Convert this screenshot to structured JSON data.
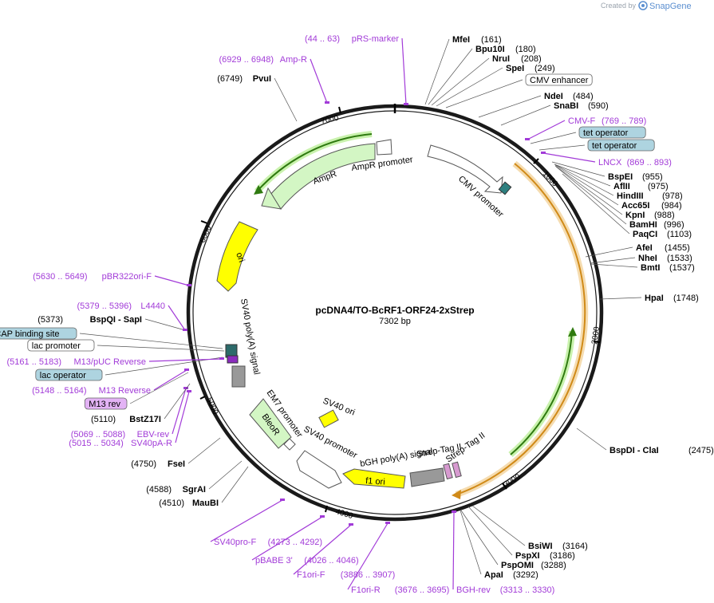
{
  "plasmid": {
    "name": "pcDNA4/TO-BcRF1-ORF24-2xStrep",
    "size": "7302 bp"
  },
  "branding": {
    "created_by": "Created by",
    "app": "SnapGene"
  },
  "ticks": [
    "1000",
    "2000",
    "3000",
    "4000",
    "5000",
    "6000",
    "7000"
  ],
  "features": [
    {
      "label": "AmpR promoter"
    },
    {
      "label": "AmpR"
    },
    {
      "label": "ori"
    },
    {
      "label": "CMV promoter"
    },
    {
      "label": "SV40 poly(A) signal"
    },
    {
      "label": "EM7 promoter"
    },
    {
      "label": "BleoR"
    },
    {
      "label": "SV40 ori"
    },
    {
      "label": "SV40 promoter"
    },
    {
      "label": "f1 ori"
    },
    {
      "label": "bGH poly(A) signal"
    },
    {
      "label": "Strep-Tag II"
    },
    {
      "label": "Strep-Tag II"
    }
  ],
  "right_labels": [
    {
      "kind": "enzyme",
      "name": "MfeI",
      "pos": "(161)"
    },
    {
      "kind": "enzyme",
      "name": "Bpu10I",
      "pos": "(180)"
    },
    {
      "kind": "enzyme",
      "name": "NruI",
      "pos": "(208)"
    },
    {
      "kind": "enzyme",
      "name": "SpeI",
      "pos": "(249)"
    },
    {
      "kind": "box",
      "name": "CMV enhancer",
      "fill": "#ffffff"
    },
    {
      "kind": "enzyme",
      "name": "NdeI",
      "pos": "(484)"
    },
    {
      "kind": "enzyme",
      "name": "SnaBI",
      "pos": "(590)"
    },
    {
      "kind": "primer",
      "name": "CMV-F",
      "pos": "(769 .. 789)"
    },
    {
      "kind": "box",
      "name": "tet operator",
      "fill": "#aed4e0"
    },
    {
      "kind": "box",
      "name": "tet operator",
      "fill": "#aed4e0"
    },
    {
      "kind": "primer",
      "name": "LNCX",
      "pos": "(869 .. 893)"
    },
    {
      "kind": "enzyme",
      "name": "BspEI",
      "pos": "(955)"
    },
    {
      "kind": "enzyme",
      "name": "AflII",
      "pos": "(975)"
    },
    {
      "kind": "enzyme",
      "name": "HindIII",
      "pos": "(978)"
    },
    {
      "kind": "enzyme",
      "name": "Acc65I",
      "pos": "(984)"
    },
    {
      "kind": "enzyme",
      "name": "KpnI",
      "pos": "(988)"
    },
    {
      "kind": "enzyme",
      "name": "BamHI",
      "pos": "(996)"
    },
    {
      "kind": "enzyme",
      "name": "PaqCI",
      "pos": "(1103)"
    },
    {
      "kind": "enzyme",
      "name": "AfeI",
      "pos": "(1455)"
    },
    {
      "kind": "enzyme",
      "name": "NheI",
      "pos": "(1533)"
    },
    {
      "kind": "enzyme",
      "name": "BmtI",
      "pos": "(1537)"
    },
    {
      "kind": "enzyme",
      "name": "HpaI",
      "pos": "(1748)"
    },
    {
      "kind": "enzyme",
      "name": "BspDI  - ClaI",
      "pos": "(2475)"
    },
    {
      "kind": "enzyme",
      "name": "BsiWI",
      "pos": "(3164)"
    },
    {
      "kind": "enzyme",
      "name": "PspXI",
      "pos": "(3186)"
    },
    {
      "kind": "enzyme",
      "name": "PspOMI",
      "pos": "(3288)"
    },
    {
      "kind": "enzyme",
      "name": "ApaI",
      "pos": "(3292)"
    }
  ],
  "bottom_labels": [
    {
      "kind": "primer",
      "name": "BGH-rev",
      "pos": "(3313 .. 3330)"
    },
    {
      "kind": "primer",
      "name": "F1ori-R",
      "pos": "(3676 .. 3695)"
    },
    {
      "kind": "primer",
      "name": "F1ori-F",
      "pos": "(3886 .. 3907)"
    },
    {
      "kind": "primer",
      "name": "pBABE 3'",
      "pos": "(4026 .. 4046)"
    },
    {
      "kind": "primer",
      "name": "SV40pro-F",
      "pos": "(4273 .. 4292)"
    }
  ],
  "left_labels": [
    {
      "kind": "enzyme",
      "name": "MauBI",
      "pos": "(4510)"
    },
    {
      "kind": "enzyme",
      "name": "SgrAI",
      "pos": "(4588)"
    },
    {
      "kind": "enzyme",
      "name": "FseI",
      "pos": "(4750)"
    },
    {
      "kind": "primer",
      "name": "SV40pA-R",
      "pos": "(5015 .. 5034)"
    },
    {
      "kind": "primer",
      "name": "EBV-rev",
      "pos": "(5069 .. 5088)"
    },
    {
      "kind": "enzyme",
      "name": "BstZ17I",
      "pos": "(5110)"
    },
    {
      "kind": "box",
      "name": "M13 rev",
      "fill": "#e3b3f5"
    },
    {
      "kind": "primer",
      "name": "M13 Reverse",
      "pos": "(5148 .. 5164)"
    },
    {
      "kind": "box",
      "name": "lac operator",
      "fill": "#aed4e0"
    },
    {
      "kind": "primer",
      "name": "M13/pUC Reverse",
      "pos": "(5161 .. 5183)"
    },
    {
      "kind": "box",
      "name": "lac promoter",
      "fill": "#ffffff"
    },
    {
      "kind": "box",
      "name": "CAP binding site",
      "fill": "#aed4e0"
    },
    {
      "kind": "enzyme",
      "name": "BspQI  - SapI",
      "pos": "(5373)"
    },
    {
      "kind": "primer",
      "name": "L4440",
      "pos": "(5379 .. 5396)"
    },
    {
      "kind": "primer",
      "name": "pBR322ori-F",
      "pos": "(5630 .. 5649)"
    },
    {
      "kind": "enzyme",
      "name": "PvuI",
      "pos": "(6749)"
    },
    {
      "kind": "primer",
      "name": "Amp-R",
      "pos": "(6929 .. 6948)"
    },
    {
      "kind": "primer",
      "name": "pRS-marker",
      "pos": "(44 .. 63)"
    }
  ]
}
